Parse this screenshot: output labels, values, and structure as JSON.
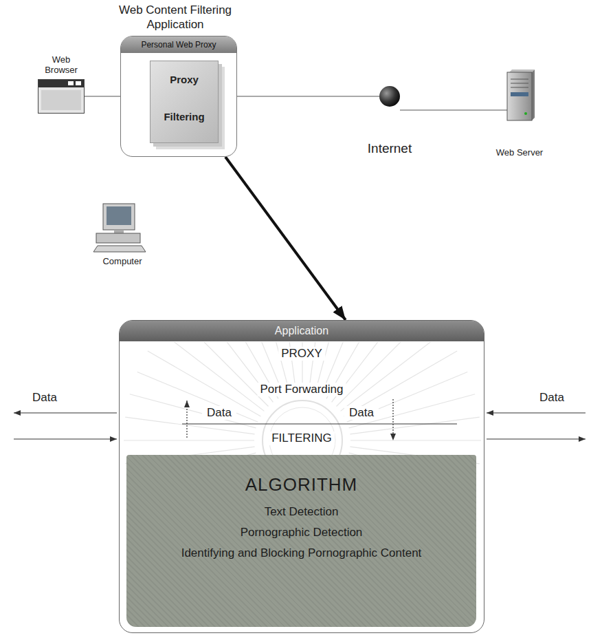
{
  "diagram": {
    "title": "Web Content Filtering Application",
    "nodes": [
      {
        "text": [
          "Web Browser"
        ]
      },
      {
        "text": [
          "Personal Web Proxy"
        ]
      },
      {
        "text": [
          "Proxy",
          "Filtering"
        ],
        "in": 1
      },
      {
        "text": [
          "Internet"
        ]
      },
      {
        "text": [
          "Web Server"
        ]
      },
      {
        "text": [
          "Application",
          "PROXY",
          "Port Forwarding",
          "FILTERING"
        ]
      },
      {
        "text": [
          "ALGORITHM",
          "Text Detection",
          "Pornographic Detection",
          "Identifying and Blocking Pornographic Content"
        ],
        "in": 5
      }
    ],
    "edges": [
      {
        "from": 0,
        "to": 1,
        "arrow": "none"
      },
      {
        "from": 1,
        "to": 3,
        "arrow": "none"
      },
      {
        "from": 3,
        "to": 4,
        "arrow": "none"
      },
      {
        "from": 1,
        "to": 5,
        "arrow": "to"
      }
    ],
    "labels": [
      "Computer",
      "Data",
      "Data",
      "Data",
      "Data"
    ]
  }
}
